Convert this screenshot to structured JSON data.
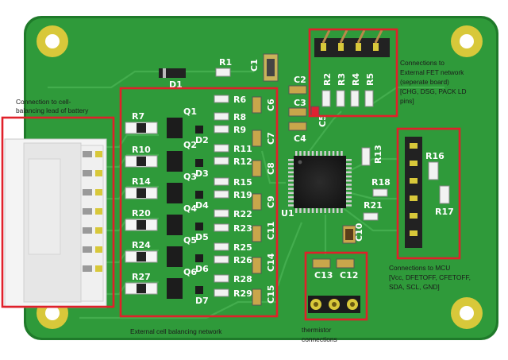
{
  "board": {
    "resistor_labels": [
      "R1",
      "R2",
      "R3",
      "R4",
      "R5",
      "R6",
      "R7",
      "R8",
      "R9",
      "R10",
      "R11",
      "R12",
      "R13",
      "R14",
      "R15",
      "R16",
      "R17",
      "R18",
      "R19",
      "R20",
      "R21",
      "R22",
      "R23",
      "R24",
      "R25",
      "R26",
      "R27",
      "R28",
      "R29"
    ],
    "capacitor_labels": [
      "C1",
      "C2",
      "C3",
      "C4",
      "C5",
      "C6",
      "C7",
      "C8",
      "C9",
      "C10",
      "C11",
      "C12",
      "C13",
      "C14",
      "C15"
    ],
    "diode_labels": [
      "D1",
      "D2",
      "D3",
      "D4",
      "D5",
      "D6",
      "D7"
    ],
    "transistor_labels": [
      "Q1",
      "Q2",
      "Q3",
      "Q4",
      "Q5",
      "Q6"
    ],
    "ic_label": "U1"
  },
  "annotations": {
    "cell_lead": [
      "Connection to cell-",
      "balancing lead of battery"
    ],
    "fet_network": [
      "Connections to",
      "External FET network",
      "(seperate board)",
      "[CHG, DSG, PACK LD",
      "pins]"
    ],
    "mcu": [
      "Connections to MCU",
      "[Vcc, DFETOFF, CFETOFF,",
      "SDA, SCL, GND]"
    ],
    "balancing_network": "External cell balancing network",
    "thermistor": [
      "thermistor",
      "connections"
    ]
  },
  "colors": {
    "pcb": "#2f9a3a",
    "pcb_edge": "#1f7a2a",
    "trace": "#3aa845",
    "highlight_box": "#e0202a",
    "silkscreen": "#ffffff",
    "mounting_hole": "#d8c83a"
  }
}
